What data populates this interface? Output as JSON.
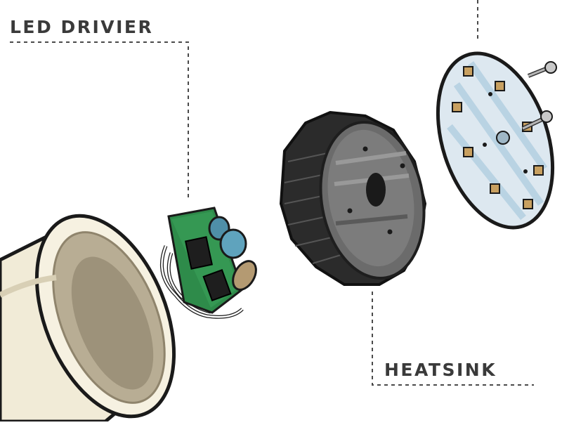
{
  "labels": {
    "led_driver": "LED DRIVIER",
    "heatsink": "HEATSINK"
  },
  "colors": {
    "outline": "#1a1a1a",
    "leader_line": "#4a4a4a",
    "housing_shell": "#f1ebd7",
    "housing_inner": "#b8ad94",
    "pcb_green": "#2e8b4a",
    "capacitor_blue": "#4f8fa8",
    "heatsink_dark": "#2b2b2b",
    "heatsink_face": "#6b6b6b",
    "led_board": "#dde8f0"
  },
  "parts": [
    "lamp-housing",
    "led-driver-board",
    "heatsink",
    "led-board",
    "screw"
  ]
}
